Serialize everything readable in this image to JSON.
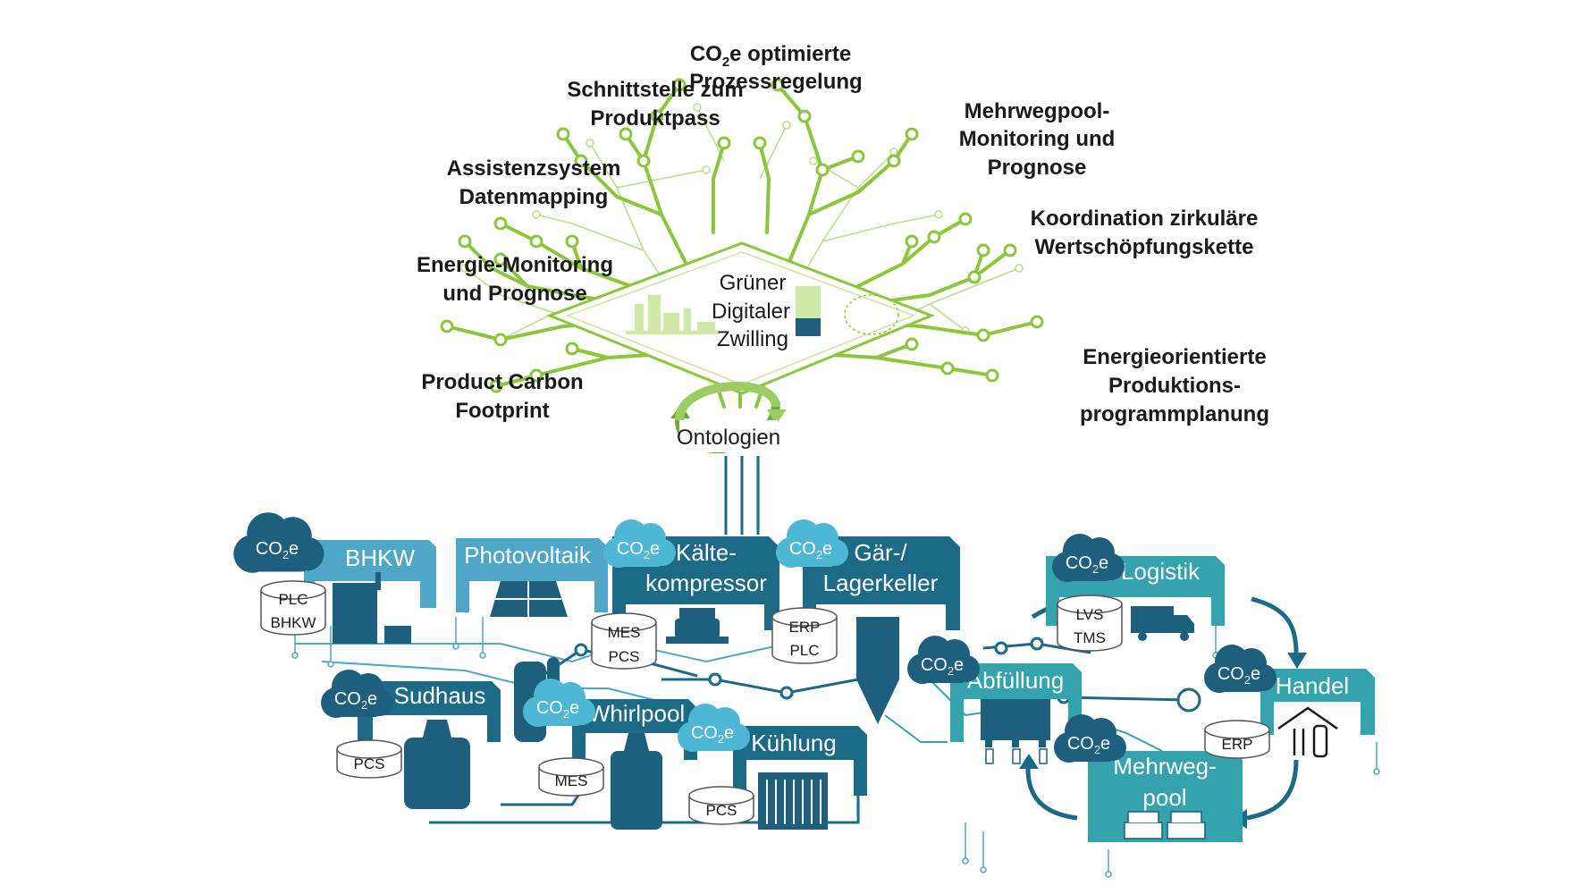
{
  "tree_labels": {
    "co2_opt_1": "CO",
    "co2_opt_sub": "2",
    "co2_opt_2": "e optimierte",
    "co2_opt_3": "Prozessregelung",
    "schnitt_1": "Schnittstelle zum",
    "schnitt_2": "Produktpass",
    "mehrweg_mon_1": "Mehrwegpool-",
    "mehrweg_mon_2": "Monitoring und",
    "mehrweg_mon_3": "Prognose",
    "assist_1": "Assistenzsystem",
    "assist_2": "Datenmapping",
    "koord_1": "Koordination zirkuläre",
    "koord_2": "Wertschöpfungskette",
    "energie_mon_1": "Energie-Monitoring",
    "energie_mon_2": "und Prognose",
    "energieorient_1": "Energieorientierte",
    "energieorient_2": "Produktions-",
    "energieorient_3": "programmplanung",
    "pcf_1": "Product Carbon",
    "pcf_2": "Footprint"
  },
  "center": {
    "line1": "Grüner",
    "line2": "Digitaler",
    "line3": "Zwilling",
    "ontologien": "Ontologien"
  },
  "co2_badge": {
    "main": "CO",
    "sub": "2",
    "suffix": "e"
  },
  "units": {
    "bhkw": "BHKW",
    "photovoltaik": "Photovoltaik",
    "kaelte_1": "Kälte-",
    "kaelte_2": "kompressor",
    "gaer_1": "Gär-/",
    "gaer_2": "Lagerkeller",
    "sudhaus": "Sudhaus",
    "whirlpool": "Whirlpool",
    "kuehlung": "Kühlung",
    "logistik": "Logistik",
    "abfuellung": "Abfüllung",
    "handel": "Handel",
    "mehrweg_1": "Mehrweg-",
    "mehrweg_2": "pool"
  },
  "databases": {
    "plc": "PLC",
    "bhkw": "BHKW",
    "mes": "MES",
    "pcs": "PCS",
    "erp": "ERP",
    "lvs": "LVS",
    "tms": "TMS"
  },
  "colors": {
    "tree_green": "#8cc63f",
    "dark_teal": "#1d6a86",
    "mid_teal": "#4fa6c6",
    "light_teal": "#35a3ad",
    "cloud_dark": "#1d5f7c",
    "cloud_light": "#4fb7d6"
  }
}
